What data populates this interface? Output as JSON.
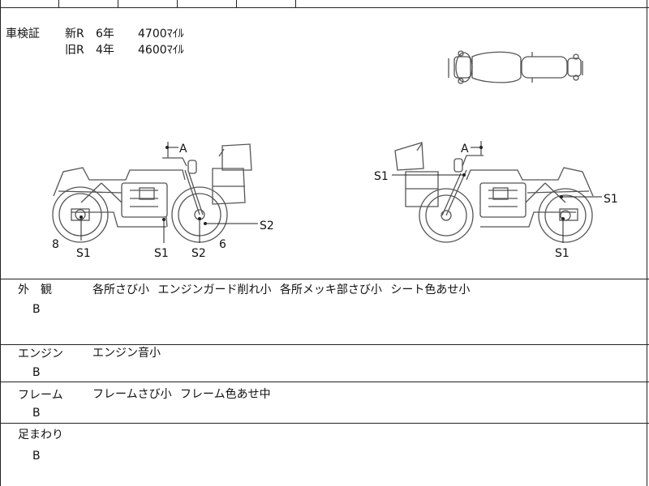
{
  "inspection": {
    "label": "車検証",
    "rows": [
      {
        "tag": "新R",
        "years": "6年",
        "mileage": "4700ﾏｲﾙ"
      },
      {
        "tag": "旧R",
        "years": "4年",
        "mileage": "4600ﾏｲﾙ"
      }
    ]
  },
  "diagram_marks": {
    "left": {
      "a": "A",
      "s1_rear": "S1",
      "s1_mid": "S1",
      "s2_mid": "S2",
      "s2_side": "S2",
      "num_8": "8",
      "num_6": "6"
    },
    "right": {
      "a": "A",
      "s1_upper": "S1",
      "s1_right": "S1",
      "s1_low": "S1"
    }
  },
  "sections": [
    {
      "label": "外　観",
      "grade": "B",
      "notes": [
        "各所さび小",
        "エンジンガード削れ小",
        "各所メッキ部さび小",
        "シート色あせ小"
      ]
    },
    {
      "label": "エンジン",
      "grade": "B",
      "notes": [
        "エンジン音小"
      ]
    },
    {
      "label": "フレーム",
      "grade": "B",
      "notes": [
        "フレームさび小",
        "フレーム色あせ中"
      ]
    },
    {
      "label": "足まわり",
      "grade": "B",
      "notes": []
    }
  ]
}
